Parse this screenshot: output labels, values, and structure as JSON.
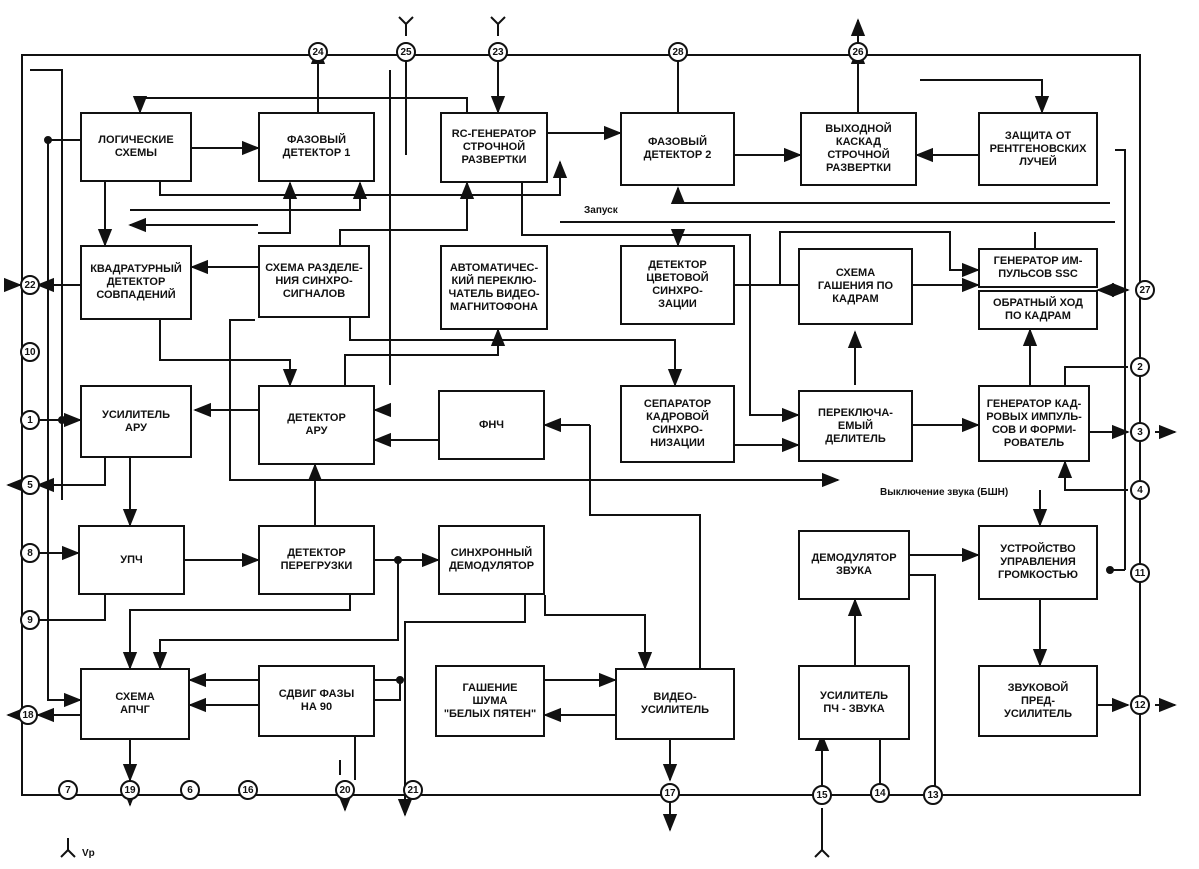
{
  "blocks": {
    "logic": "ЛОГИЧЕСКИЕ\nСХЕМЫ",
    "phase1": "ФАЗОВЫЙ\nДЕТЕКТОР 1",
    "rcgen": "RC-ГЕНЕРАТОР\nСТРОЧНОЙ\nРАЗВЕРТКИ",
    "phase2": "ФАЗОВЫЙ\nДЕТЕКТОР 2",
    "outcasc": "ВЫХОДНОЙ\nКАСКАД\nСТРОЧНОЙ\nРАЗВЕРТКИ",
    "xray": "ЗАЩИТА ОТ\nРЕНТГЕНОВСКИХ\nЛУЧЕЙ",
    "quad": "КВАДРАТУРНЫЙ\nДЕТЕКТОР\nСОВПАДЕНИЙ",
    "syncsep": "СХЕМА РАЗДЕЛЕ-\nНИЯ СИНХРО-\nСИГНАЛОВ",
    "vcrswitch": "АВТОМАТИЧЕС-\nКИЙ ПЕРЕКЛЮ-\nЧАТЕЛЬ ВИДЕО-\nМАГНИТОФОНА",
    "colordet": "ДЕТЕКТОР\nЦВЕТОВОЙ\nСИНХРО-\nЗАЦИИ",
    "frameblank": "СХЕМА\nГАШЕНИЯ ПО\nКАДРАМ",
    "sscgen": "ГЕНЕРАТОР ИМ-\nПУЛЬСОВ SSC",
    "flyback": "ОБРАТНЫЙ ХОД\nПО КАДРАМ",
    "agcamp": "УСИЛИТЕЛЬ\nАРУ",
    "agcdet": "ДЕТЕКТОР\nАРУ",
    "lpf": "ФНЧ",
    "framesep": "СЕПАРАТОР\nКАДРОВОЙ\nСИНХРО-\nНИЗАЦИИ",
    "divider": "ПЕРЕКЛЮЧА-\nЕМЫЙ\nДЕЛИТЕЛЬ",
    "framegen": "ГЕНЕРАТОР КАД-\nРОВЫХ ИМПУЛЬ-\nСОВ И ФОРМИ-\nРОВАТЕЛЬ",
    "ifamp": "УПЧ",
    "overload": "ДЕТЕКТОР\nПЕРЕГРУЗКИ",
    "syncdemod": "СИНХРОННЫЙ\nДЕМОДУЛЯТОР",
    "sounddemod": "ДЕМОДУЛЯТОР\nЗВУКА",
    "volume": "УСТРОЙСТВО\nУПРАВЛЕНИЯ\nГРОМКОСТЬЮ",
    "afc": "СХЕМА\nАПЧГ",
    "phase90": "СДВИГ ФАЗЫ\nНА 90",
    "noiseblank": "ГАШЕНИЕ\nШУМА\n\"БЕЛЫХ ПЯТЕН\"",
    "videoamp": "ВИДЕО-\nУСИЛИТЕЛЬ",
    "soundif": "УСИЛИТЕЛЬ\nПЧ - ЗВУКА",
    "preamp": "ЗВУКОВОЙ\nПРЕД-\nУСИЛИТЕЛЬ"
  },
  "labels": {
    "start": "Запуск",
    "mute": "Выключение звука (БШН)",
    "vp": "Vр"
  },
  "pins": {
    "p24": "24",
    "p25": "25",
    "p23": "23",
    "p28": "28",
    "p26": "26",
    "p22": "22",
    "p27": "27",
    "p10": "10",
    "p2": "2",
    "p1": "1",
    "p3": "3",
    "p5": "5",
    "p4": "4",
    "p8": "8",
    "p11": "11",
    "p9": "9",
    "p18": "18",
    "p12": "12",
    "p7": "7",
    "p19": "19",
    "p6": "6",
    "p16": "16",
    "p20": "20",
    "p21": "21",
    "p17": "17",
    "p15": "15",
    "p14": "14",
    "p13": "13"
  }
}
